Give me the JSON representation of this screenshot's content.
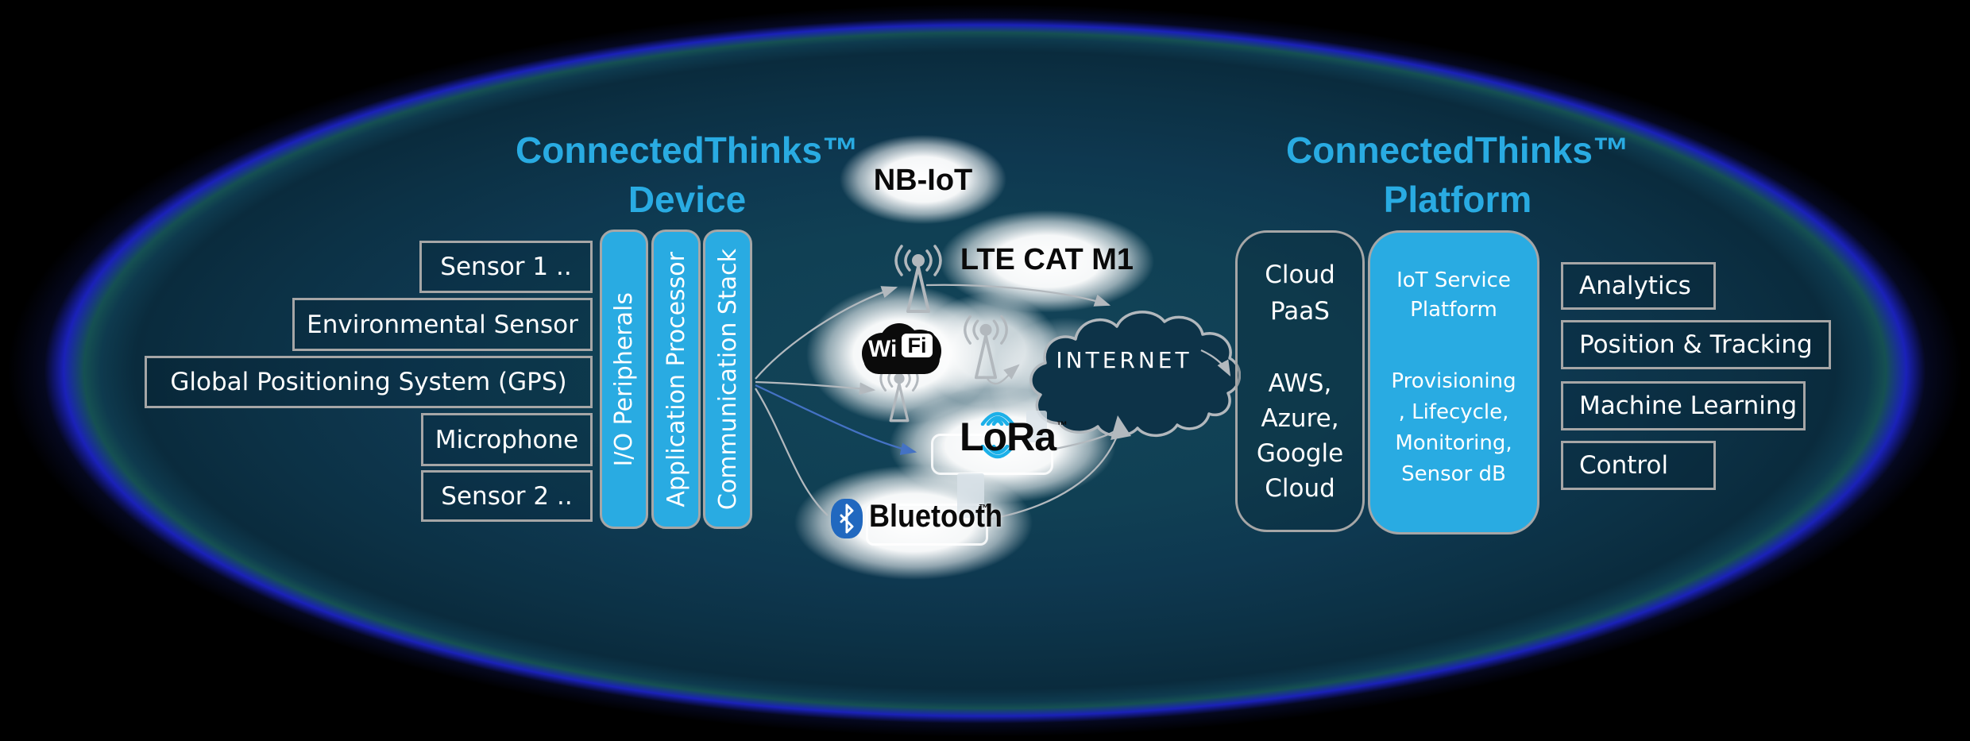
{
  "colors": {
    "accent_blue": "#29abe2",
    "border_gray": "#a6a6a6",
    "arrow_gray": "#b3b9be",
    "arrow_blue": "#4472c4",
    "bluetooth_blue": "#2168bf",
    "lora_arc_blue": "#1cb0e8",
    "ellipse_navy": "#0e3850",
    "rim_blue": "#1a21b8"
  },
  "device": {
    "title_line1": "ConnectedThinks™",
    "title_line2": "Device",
    "peripherals": [
      {
        "label": "Sensor 1 .."
      },
      {
        "label": "Environmental Sensor"
      },
      {
        "label": "Global Positioning System (GPS)"
      },
      {
        "label": "Microphone"
      },
      {
        "label": "Sensor 2 .."
      }
    ],
    "stack": [
      {
        "label": "I/O Peripherals"
      },
      {
        "label": "Application Processor"
      },
      {
        "label": "Communication Stack"
      }
    ]
  },
  "connectivity": {
    "nb_iot": "NB-IoT",
    "lte": "LTE CAT M1",
    "wifi": {
      "wi": "Wi",
      "fi": "Fi"
    },
    "lora": {
      "label": "LoRa",
      "tm": "™"
    },
    "bluetooth": {
      "label": "Bluetooth",
      "tm": "™"
    },
    "internet": "INTERNET"
  },
  "platform": {
    "title_line1": "ConnectedThinks™",
    "title_line2": "Platform",
    "cloud_paas": {
      "top": [
        "Cloud",
        "PaaS"
      ],
      "providers": [
        "AWS,",
        "Azure,",
        "Google",
        "Cloud"
      ]
    },
    "iot_service": {
      "top": [
        "IoT Service",
        "Platform"
      ],
      "features": [
        "Provisioning",
        ", Lifecycle,",
        "Monitoring,",
        "Sensor dB"
      ]
    },
    "capabilities": [
      {
        "label": "Analytics"
      },
      {
        "label": "Position & Tracking"
      },
      {
        "label": "Machine Learning"
      },
      {
        "label": "Control"
      }
    ]
  }
}
